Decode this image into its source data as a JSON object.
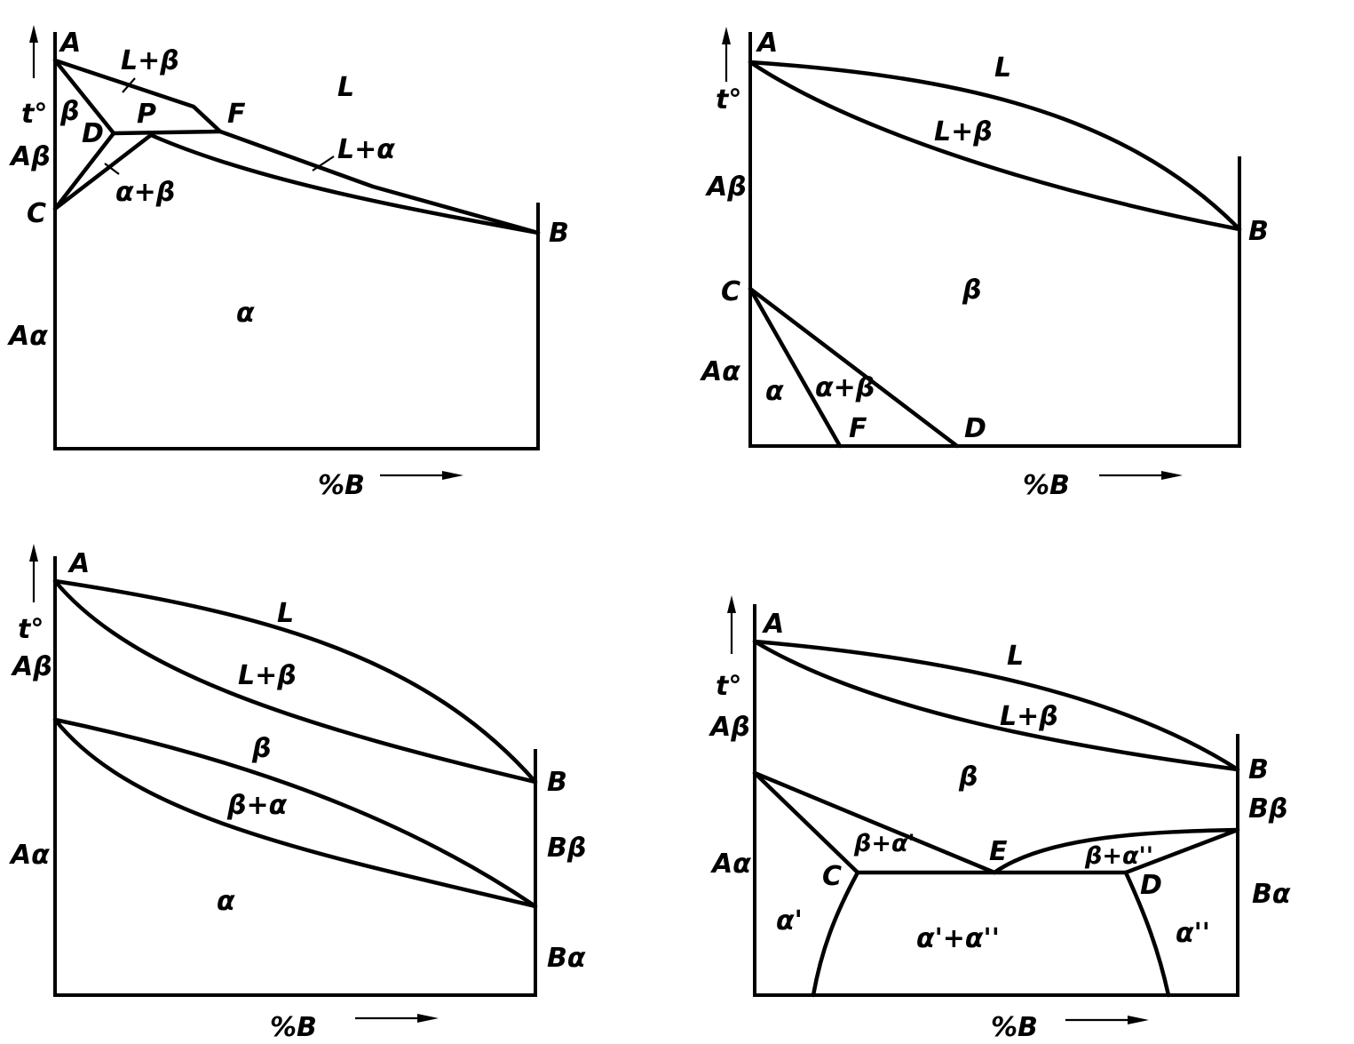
{
  "diagrams": [
    {
      "axis": {
        "t_label": "t°",
        "x_label": "%B"
      },
      "left_labels": [
        "A",
        "Aβ",
        "C",
        "Aα"
      ],
      "right_labels": [
        "B"
      ],
      "points": [
        "A",
        "D",
        "P",
        "F",
        "C",
        "B"
      ],
      "regions": [
        "L",
        "L+β",
        "β",
        "L+α",
        "α+β",
        "α"
      ]
    },
    {
      "axis": {
        "t_label": "t°",
        "x_label": "%B"
      },
      "left_labels": [
        "A",
        "Aβ",
        "C",
        "Aα"
      ],
      "right_labels": [
        "B"
      ],
      "points": [
        "A",
        "C",
        "F",
        "D",
        "B"
      ],
      "regions": [
        "L",
        "L+β",
        "β",
        "α",
        "α+β"
      ]
    },
    {
      "axis": {
        "t_label": "t°",
        "x_label": "%B"
      },
      "left_labels": [
        "A",
        "Aβ",
        "Aα"
      ],
      "right_labels": [
        "B",
        "Bβ",
        "Bα"
      ],
      "points": [
        "A",
        "B"
      ],
      "regions": [
        "L",
        "L+β",
        "β",
        "β+α",
        "α"
      ]
    },
    {
      "axis": {
        "t_label": "t°",
        "x_label": "%B"
      },
      "left_labels": [
        "A",
        "Aβ",
        "Aα"
      ],
      "right_labels": [
        "B",
        "Bβ",
        "Bα"
      ],
      "points": [
        "A",
        "C",
        "E",
        "D",
        "B"
      ],
      "regions": [
        "L",
        "L+β",
        "β",
        "β+α'",
        "β+α''",
        "α'",
        "α'+α''",
        "α''"
      ]
    }
  ]
}
